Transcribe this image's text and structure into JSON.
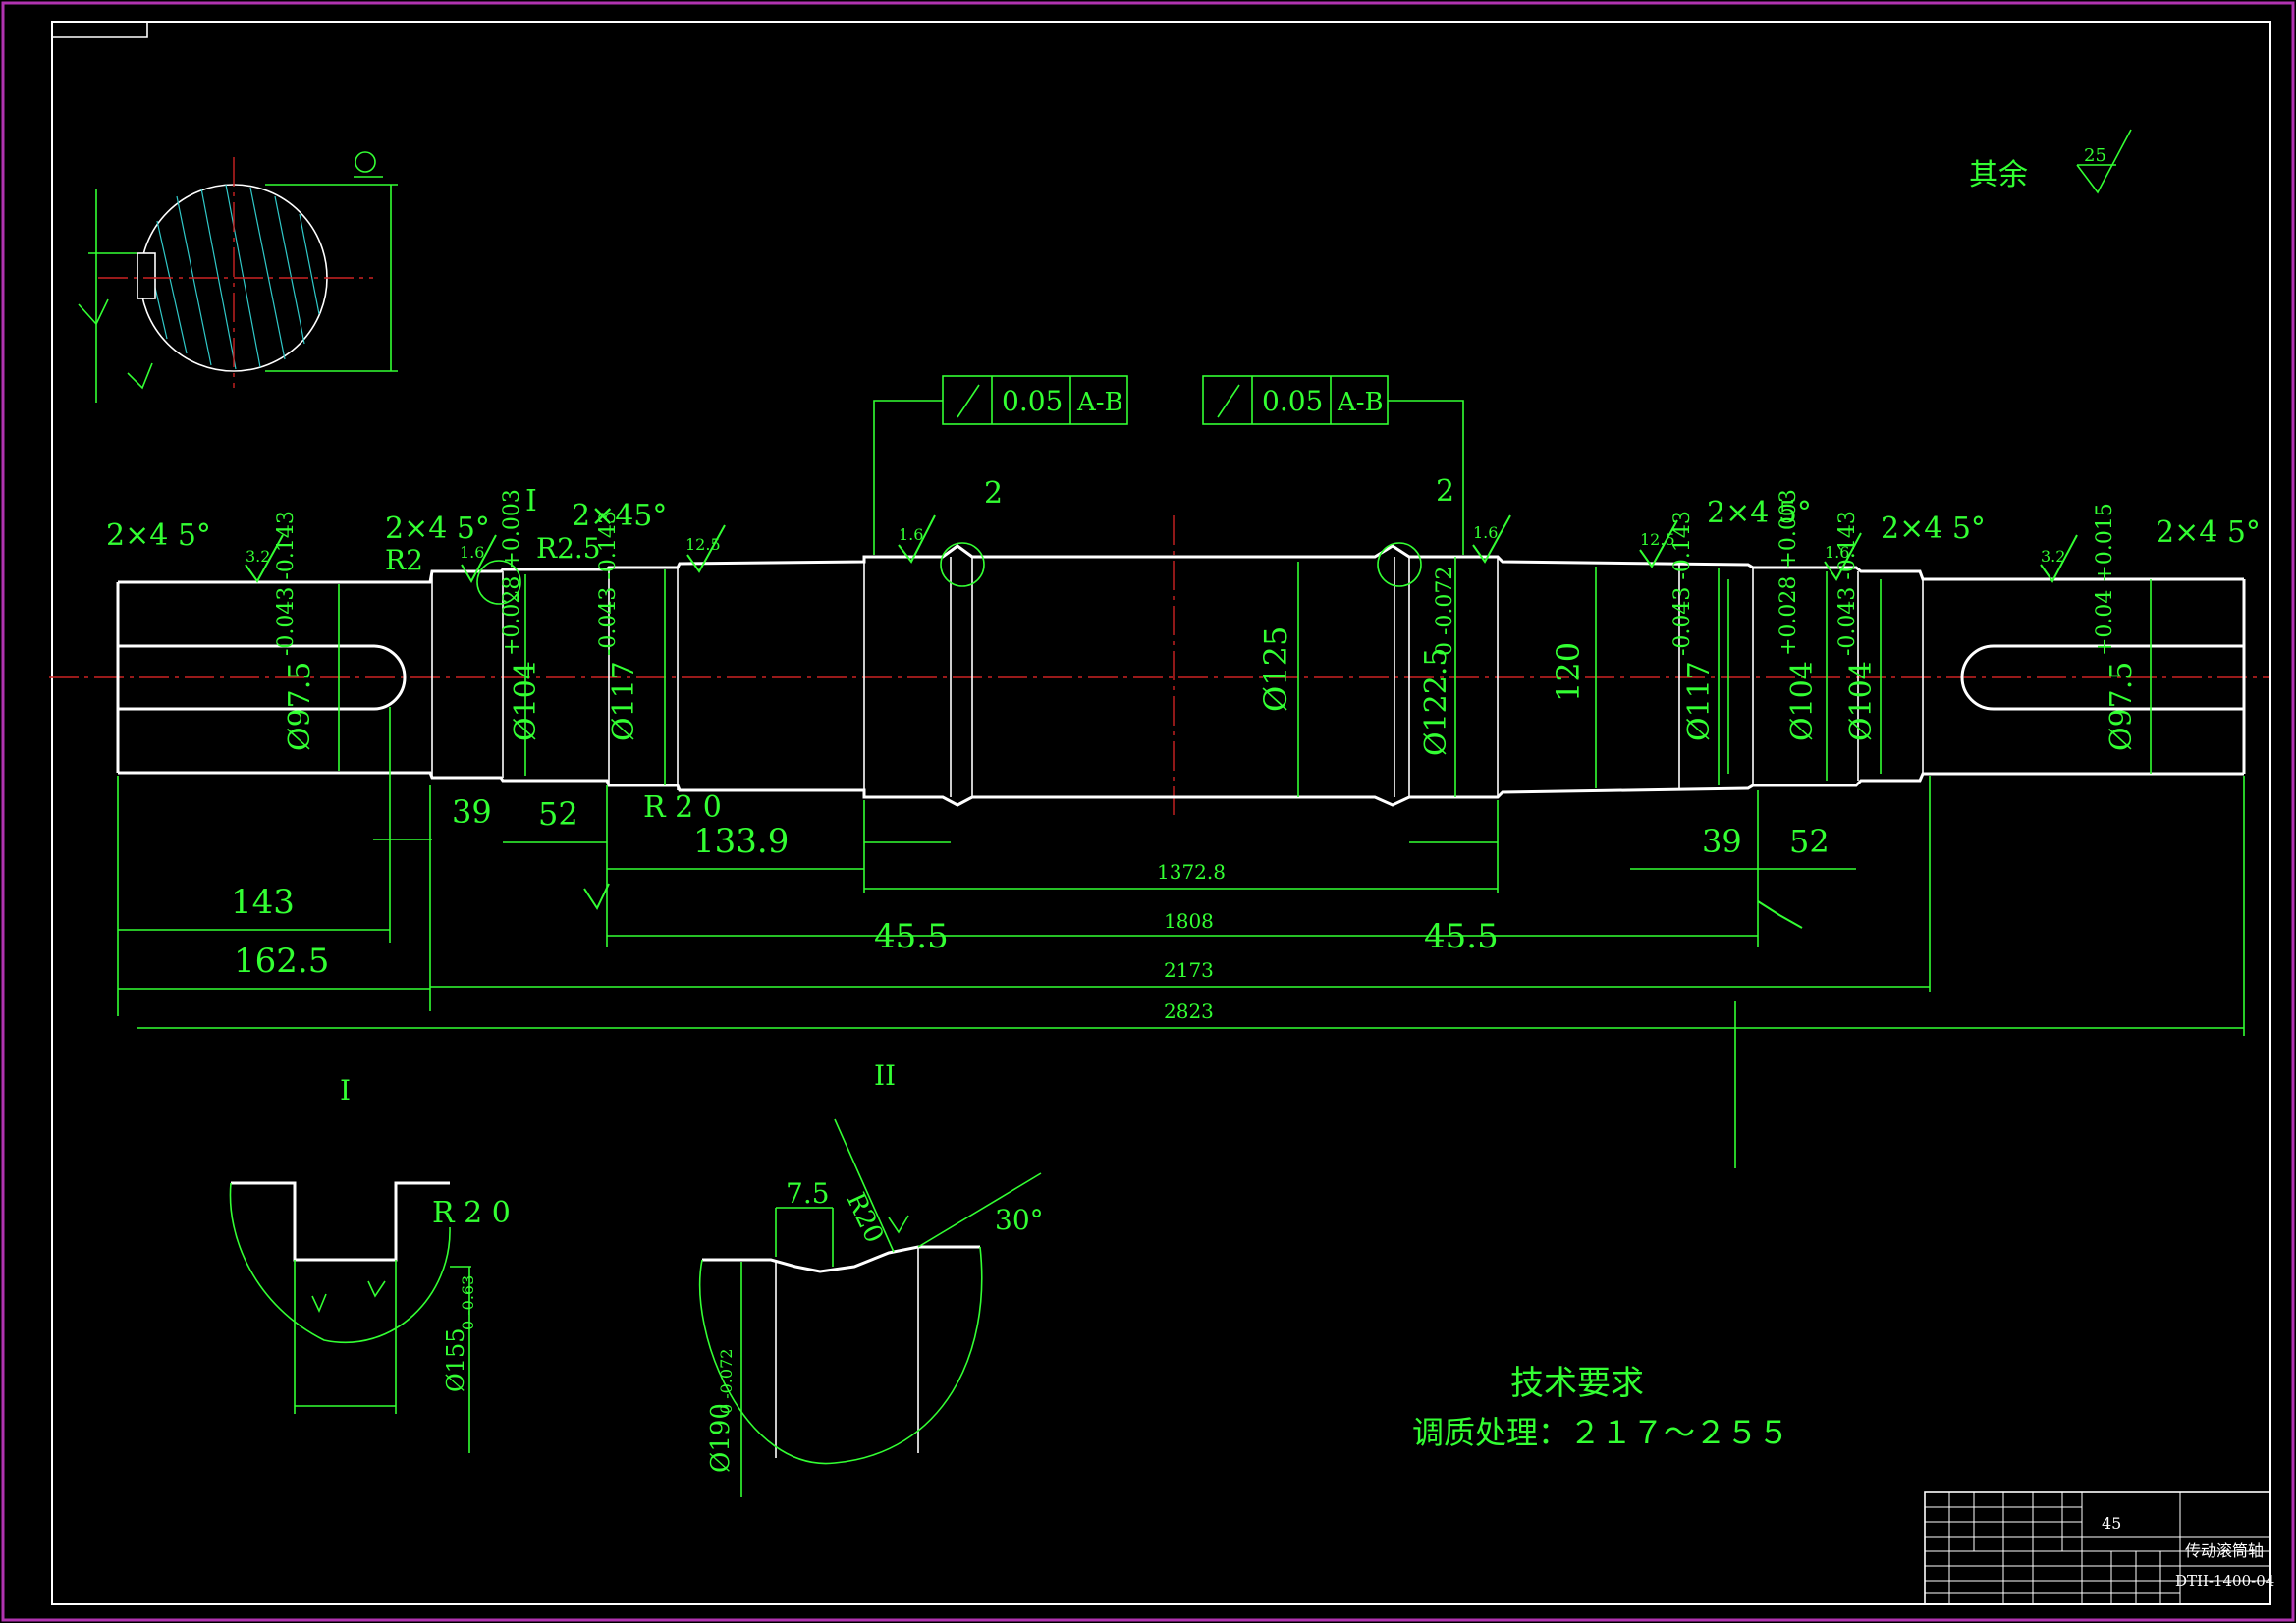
{
  "drawing": {
    "surface_finish_rest": "其余",
    "surface_finish_rest_value": "25",
    "tech_title": "技术要求",
    "tech_text": "调质处理：２１７～２５５"
  },
  "tolerance_frames": [
    {
      "value": "0.05",
      "datum": "A-B"
    },
    {
      "value": "0.05",
      "datum": "A-B"
    }
  ],
  "dimensions": {
    "chamfer_left": "2×4 5°",
    "chamfer_2": "2×4 5°",
    "r2": "R2",
    "label_I": "I",
    "chamfer_3": "2×45°",
    "r25": "R2.5",
    "detail_2a": "2",
    "detail_2b": "2",
    "chamfer_4": "2×4 5°",
    "chamfer_5": "2×4 5°",
    "chamfer_right": "2×4 5°",
    "d_left": "Ø97.5",
    "d_left_tol": "-0.043 -0.143",
    "d104": "Ø104",
    "d104_tol": "+0.028 +0.003",
    "d117": "Ø117",
    "d117_tol": "-0.043 -0.143",
    "d125": "Ø125",
    "d1225": "Ø122.5",
    "d1225_tol": "0 -0.072",
    "d120": "120",
    "d117r": "Ø117",
    "d117r_tol": "-0.043 -0.143",
    "d104r": "Ø104",
    "d104r_tol": "+0.028 +0.003",
    "d104r2": "Ø104",
    "d104r2_tol": "-0.043 -0.143",
    "d_right": "Ø97.5",
    "d_right_tol": "+0.04 +0.015",
    "l39": "39",
    "l52": "52",
    "r20": "R 2 0",
    "l1339": "133.9",
    "l143": "143",
    "l1625": "162.5",
    "l455a": "45.5",
    "l455b": "45.5",
    "l13728": "1372.8",
    "l1808": "1808",
    "l2173": "2173",
    "l2823": "2823",
    "l39r": "39",
    "l52r": "52",
    "rough_12_5": "12.5",
    "rough_16": "1.6",
    "rough_32": "3.2"
  },
  "details": {
    "detail_I": "I",
    "detail_II": "II",
    "det1_r20": "R 2 0",
    "det1_dia": "Ø155",
    "det1_dia_tol": "0 -0.63",
    "det2_75": "7.5",
    "det2_r20": "R20",
    "det2_30": "30°",
    "det2_dia": "Ø190",
    "det2_dia_tol": "0 -0.072"
  },
  "title_block": {
    "material": "45",
    "part_name": "传动滚筒轴",
    "drawing_no": "DTII-1400-04"
  }
}
